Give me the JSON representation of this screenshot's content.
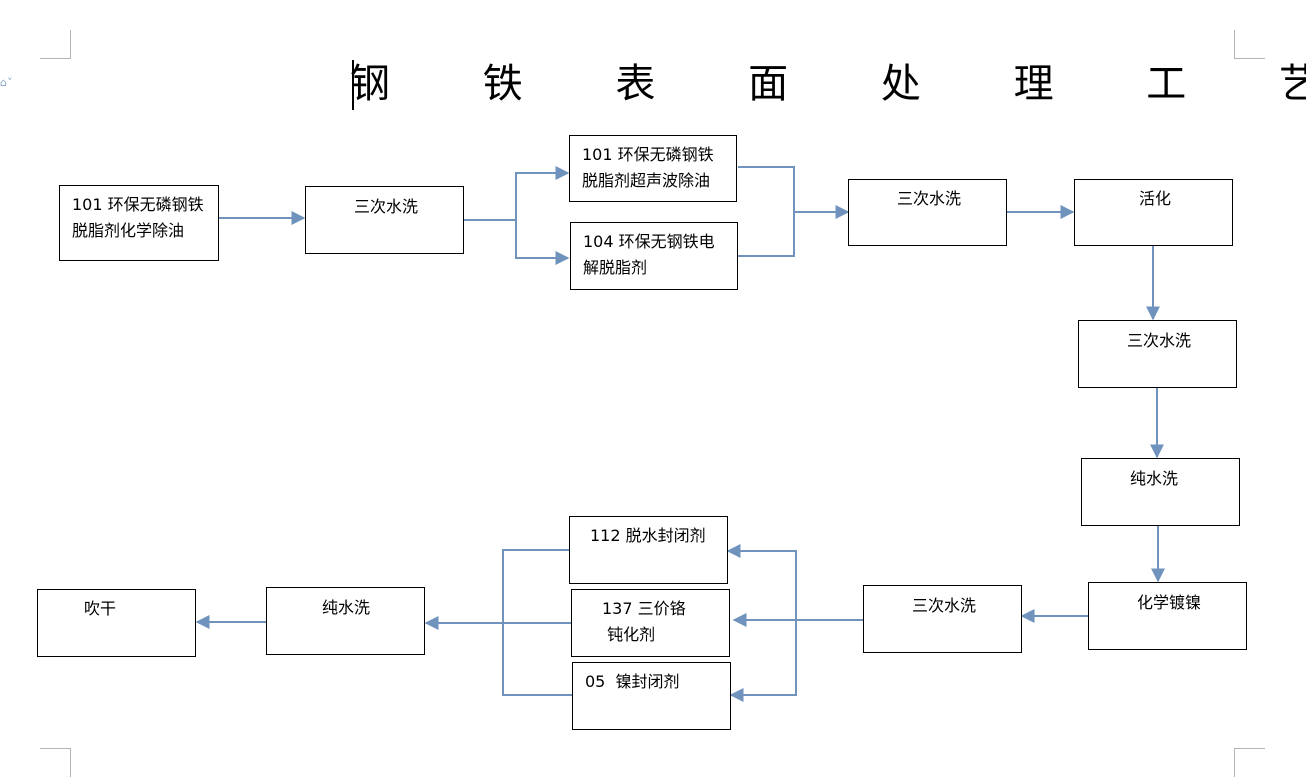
{
  "document": {
    "title": "钢 铁 表 面 处 理 工 艺"
  },
  "flow": {
    "step_101_chemical": "101 环保无磷钢铁\n脱脂剂化学除油",
    "rinse_1": "三次水洗",
    "step_101_ultrasonic": "101 环保无磷钢铁\n脱脂剂超声波除油",
    "step_104_electrolytic": "104 环保无钢铁电\n解脱脂剂",
    "rinse_2": "三次水洗",
    "activation": "活化",
    "rinse_3": "三次水洗",
    "pure_rinse_1": "纯水洗",
    "chemical_nickel": "化学镀镍",
    "rinse_4": "三次水洗",
    "step_112_sealing": "112 脱水封闭剂",
    "step_137_passivation": "137 三价铬\n 钝化剂",
    "step_05_nickel_sealing": "05  镍封闭剂",
    "pure_rinse_2": "纯水洗",
    "blow_dry": "吹干"
  },
  "colors": {
    "connector": "#6f93bd",
    "border": "#000000",
    "page_corner": "#b4b4b4"
  }
}
